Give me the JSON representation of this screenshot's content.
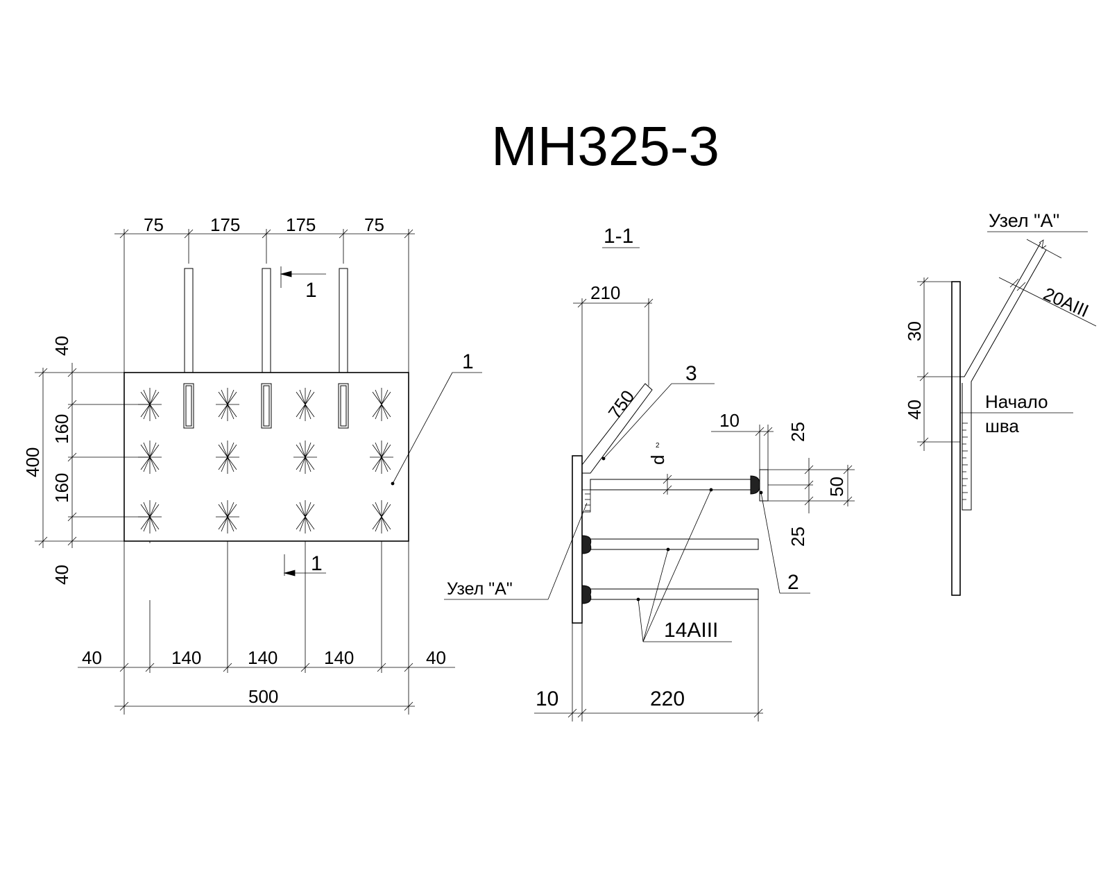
{
  "title": "МН325-3",
  "plan": {
    "top_dims": [
      "75",
      "175",
      "175",
      "75"
    ],
    "left_dims": [
      "40",
      "160",
      "160",
      "40"
    ],
    "overall_height": "400",
    "bottom_dims": [
      "40",
      "140",
      "140",
      "140",
      "40"
    ],
    "overall_width": "500",
    "section_mark": "1",
    "section_mark_bottom": "1",
    "leader_callout": "1"
  },
  "section": {
    "title": "1-1",
    "dim_210": "210",
    "dim_750": "750",
    "callout_3": "3",
    "dim_10_top": "10",
    "dim_25_top": "25",
    "dim_50": "50",
    "dim_25_bottom": "25",
    "d_label": "d",
    "d_sub": "2",
    "node_label": "Узел \"А\"",
    "callout_2": "2",
    "rebar_label": "14АIII",
    "dim_10_bottom": "10",
    "dim_220": "220"
  },
  "node": {
    "title": "Узел \"А\"",
    "rebar_label": "20АIII",
    "dim_30": "30",
    "dim_40": "40",
    "weld_start_line1": "Начало",
    "weld_start_line2": "шва"
  }
}
